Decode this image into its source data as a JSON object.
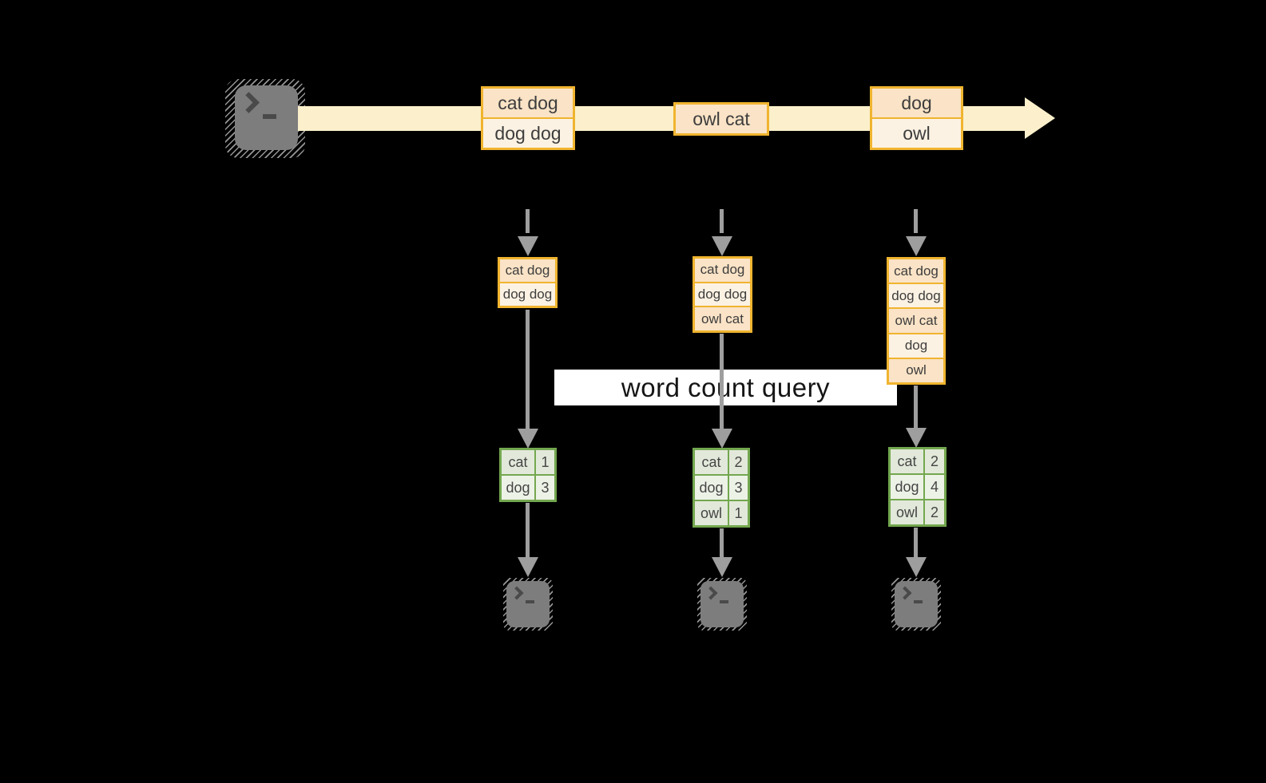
{
  "query_label": "word count query",
  "stream": {
    "batches": [
      {
        "lines": [
          "cat dog",
          "dog dog"
        ]
      },
      {
        "lines": [
          "owl cat"
        ]
      },
      {
        "lines": [
          "dog",
          "owl"
        ]
      }
    ]
  },
  "columns": [
    {
      "buffer": [
        "cat dog",
        "dog dog"
      ],
      "counts": [
        {
          "word": "cat",
          "count": "1"
        },
        {
          "word": "dog",
          "count": "3"
        }
      ]
    },
    {
      "buffer": [
        "cat dog",
        "dog dog",
        "owl cat"
      ],
      "counts": [
        {
          "word": "cat",
          "count": "2"
        },
        {
          "word": "dog",
          "count": "3"
        },
        {
          "word": "owl",
          "count": "1"
        }
      ]
    },
    {
      "buffer": [
        "cat dog",
        "dog dog",
        "owl cat",
        "dog",
        "owl"
      ],
      "counts": [
        {
          "word": "cat",
          "count": "2"
        },
        {
          "word": "dog",
          "count": "4"
        },
        {
          "word": "owl",
          "count": "2"
        }
      ]
    }
  ],
  "icons": {
    "source": "terminal-icon",
    "sinks": [
      "terminal-icon",
      "terminal-icon",
      "terminal-icon"
    ]
  },
  "colors": {
    "background": "#000000",
    "gold": "#F0B42F",
    "peach": "#FAE3C6",
    "cream": "#FCF2E3",
    "stream_band": "#FBF0CB",
    "arrow_gray": "#9E9E9E",
    "green_border": "#73A74F",
    "green_row_a": "#E2E9DA",
    "green_row_b": "#EDF2E7",
    "terminal_gray": "#7D7D7D",
    "terminal_glyph": "#4A4A4A",
    "hatch_gray": "#969696",
    "query_bg": "#FFFFFF",
    "query_text": "#151515",
    "box_text": "#3D3D3D",
    "table_text": "#454545"
  }
}
